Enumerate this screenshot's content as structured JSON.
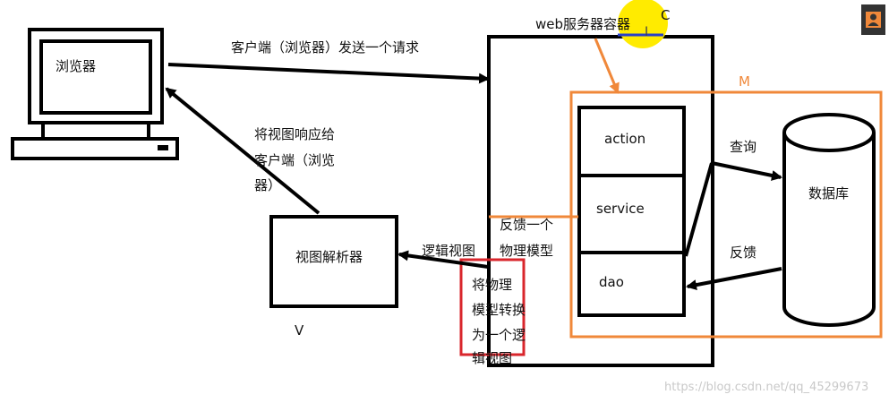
{
  "browser_label": "浏览器",
  "request_label": "客户端（浏览器）发送一个请求",
  "response_label": [
    "将视图响应给",
    "客户端（浏览",
    "器）"
  ],
  "web_container_label": "web服务器容器",
  "c_label": "C",
  "m_label": "M",
  "v_label": "V",
  "layers": [
    "action",
    "service",
    "dao"
  ],
  "query_label": "查询",
  "feedback_label": "反馈",
  "database_label": "数据库",
  "feedback_physical_label": [
    "反馈一个",
    "物理模型"
  ],
  "logical_view_label": "逻辑视图",
  "convert_label": [
    "将物理",
    "模型转换",
    "为一个逻",
    "辑视图"
  ],
  "view_resolver_label": "视图解析器",
  "watermark": "https://blog.csdn.net/qq_45299673",
  "colors": {
    "orange": "#f0883a",
    "red": "#d9262c",
    "highlight": "#ffeb00",
    "blue": "#2a40c8"
  }
}
